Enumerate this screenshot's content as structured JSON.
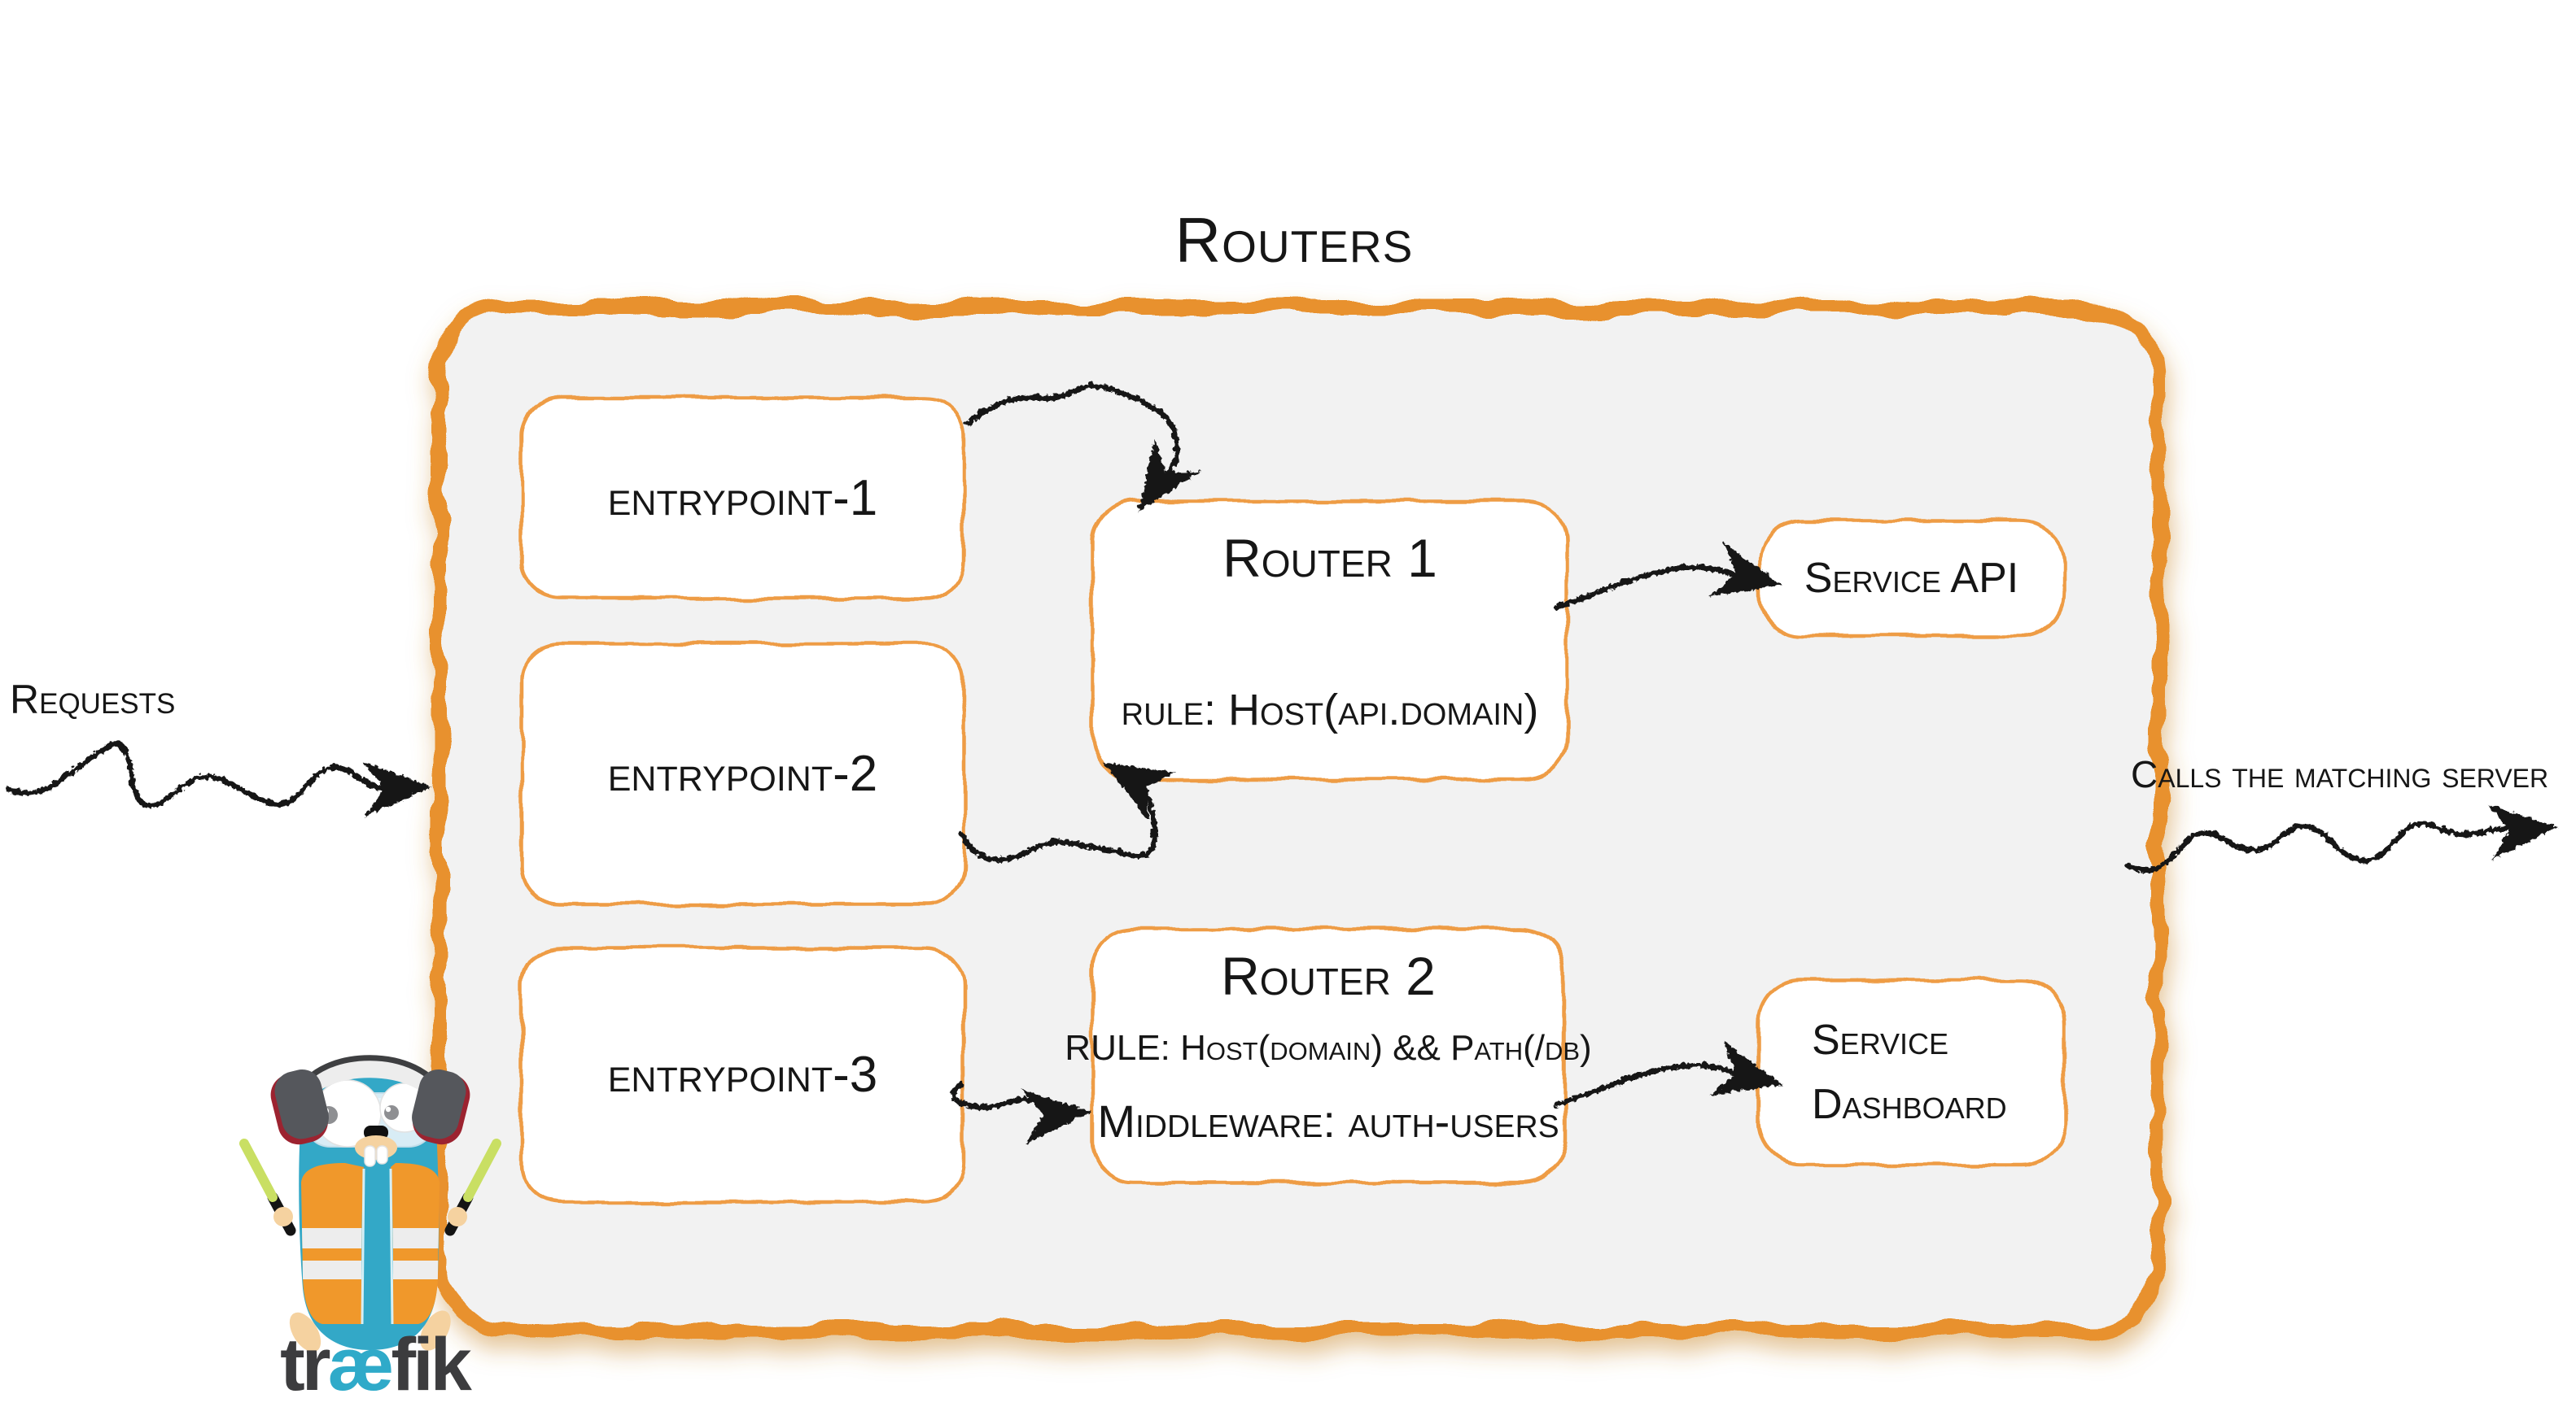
{
  "diagram": {
    "title": "Routers",
    "input_label": "Requests",
    "output_label": "Calls the matching server",
    "entrypoints": [
      {
        "label": "entrypoint-1"
      },
      {
        "label": "entrypoint-2"
      },
      {
        "label": "entrypoint-3"
      }
    ],
    "routers": [
      {
        "title": "Router 1",
        "rule": "rule: Host(api.domain)"
      },
      {
        "title": "Router 2",
        "rule": "RULE: Host(domain) && Path(/db)",
        "middleware": "Middleware: auth-users"
      }
    ],
    "services": [
      {
        "label": "Service API"
      },
      {
        "line1": "Service",
        "line2": "Dashboard"
      }
    ],
    "logo": {
      "wordmark_pre": "tr",
      "wordmark_ae": "æ",
      "wordmark_post": "fik"
    },
    "colors": {
      "container_border": "#E8912D",
      "box_border": "#EE9C45",
      "container_fill": "#F2F2F2",
      "ink": "#161616",
      "traefik_blue": "#33A8C7",
      "vest_orange": "#F0982B",
      "wand_green": "#C9DF63",
      "logo_text": "#3C3C3E"
    }
  }
}
